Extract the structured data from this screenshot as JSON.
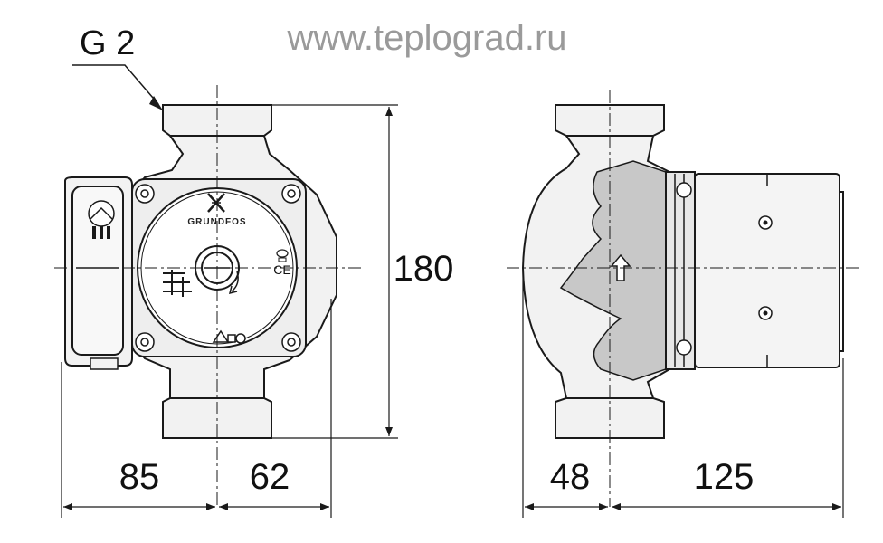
{
  "watermark": "www.teplograd.ru",
  "thread_label": "G 2",
  "dimensions": {
    "height": "180",
    "front_left": "85",
    "front_right": "62",
    "side_left": "48",
    "side_right": "125"
  },
  "pump": {
    "brand": "GRUNDFOS",
    "ce_mark": "CE"
  },
  "colors": {
    "line": "#1a1a1a",
    "body_fill": "#f2f2f2",
    "casing_fill": "#c8c8c8",
    "watermark": "#9a9a9a"
  }
}
